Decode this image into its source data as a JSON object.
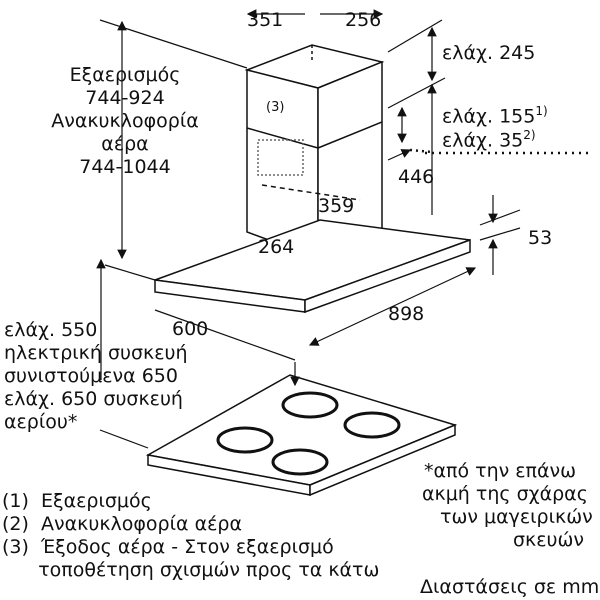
{
  "dimensions": {
    "chimney_width": "351",
    "chimney_depth": "256",
    "min_245": "ελάχ. 245",
    "min_155": "ελάχ. 155",
    "min_155_ref": "1)",
    "min_35": "ελάχ. 35",
    "min_35_ref": "2)",
    "h_446": "446",
    "d_359": "359",
    "d_264": "264",
    "d_53": "53",
    "w_898": "898",
    "d_600": "600",
    "outlet_ref": "(3)"
  },
  "height_block": [
    "Εξαερισμός",
    "744-924",
    "Ανακυκλοφορία",
    "αέρα",
    "744-1044"
  ],
  "clearance_block": [
    "ελάχ. 550",
    "ηλεκτρική συσκευή",
    "συνιστούμενα 650",
    "ελάχ. 650 συσκευή",
    "αερίου*"
  ],
  "footnote": [
    "*από την επάνω",
    "ακμή της σχάρας",
    "των μαγειρικών",
    "σκευών"
  ],
  "legend": [
    "(1)  Εξαερισμός",
    "(2)  Ανακυκλοφορία αέρα",
    "(3)  Έξοδος αέρα - Στον εξαερισμό",
    "      τοποθέτηση σχισμών προς τα κάτω"
  ],
  "units": "Διαστάσεις σε mm"
}
